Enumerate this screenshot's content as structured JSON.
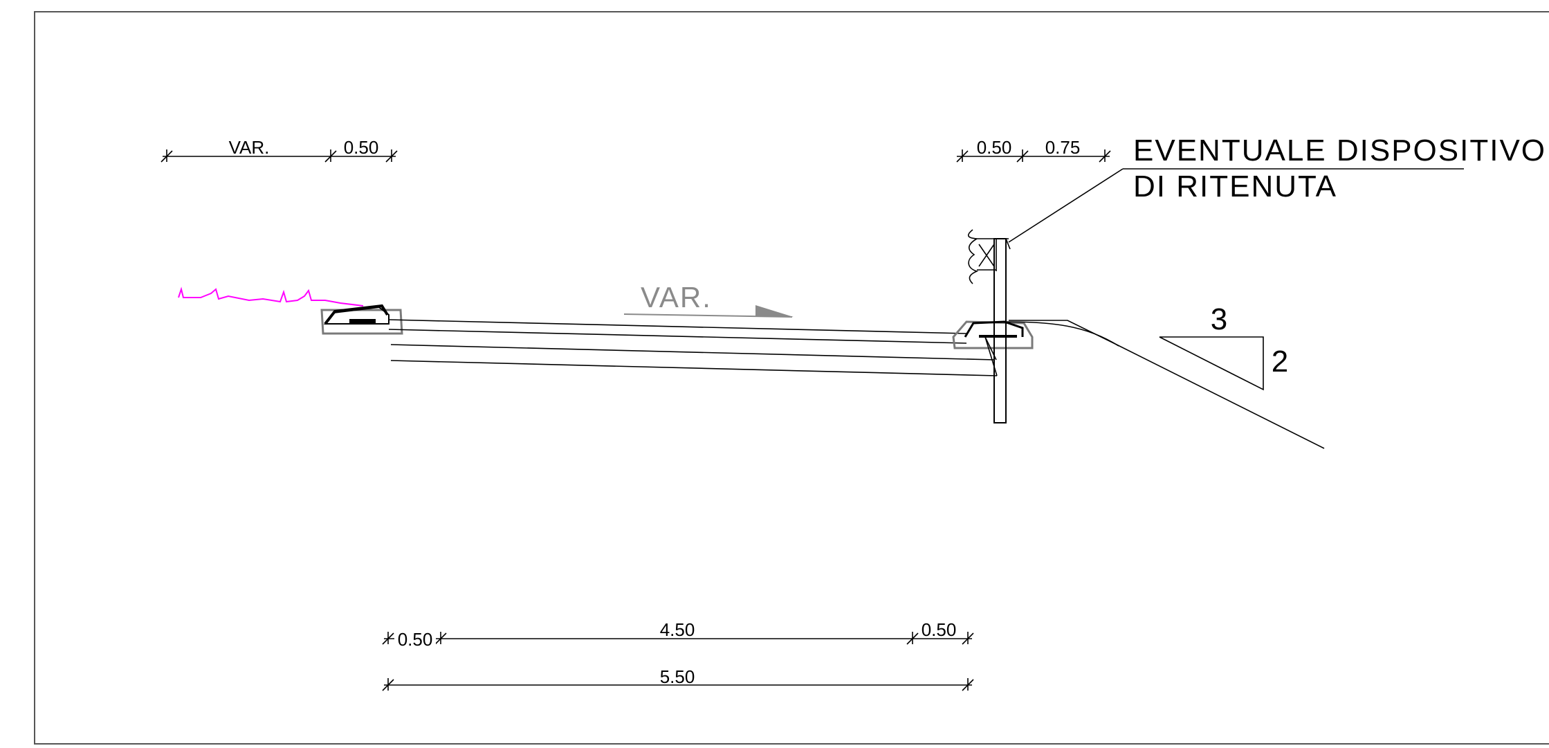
{
  "drawing": {
    "colors": {
      "line": "#000000",
      "secondary": "#7a7a7a",
      "vegetation": "#ff00ff",
      "frame": "#555555"
    },
    "top_left_dims": {
      "var": "VAR.",
      "offset": "0.50"
    },
    "top_right_dims": {
      "first": "0.50",
      "second": "0.75"
    },
    "callout": {
      "line1": "EVENTUALE  DISPOSITIVO",
      "line2": "DI  RITENUTA"
    },
    "road_slope_label": "VAR.",
    "embankment_slope": {
      "horizontal": "3",
      "vertical": "2"
    },
    "bottom_dims": {
      "left_shoulder": "0.50",
      "carriageway": "4.50",
      "right_shoulder": "0.50",
      "total": "5.50"
    }
  }
}
